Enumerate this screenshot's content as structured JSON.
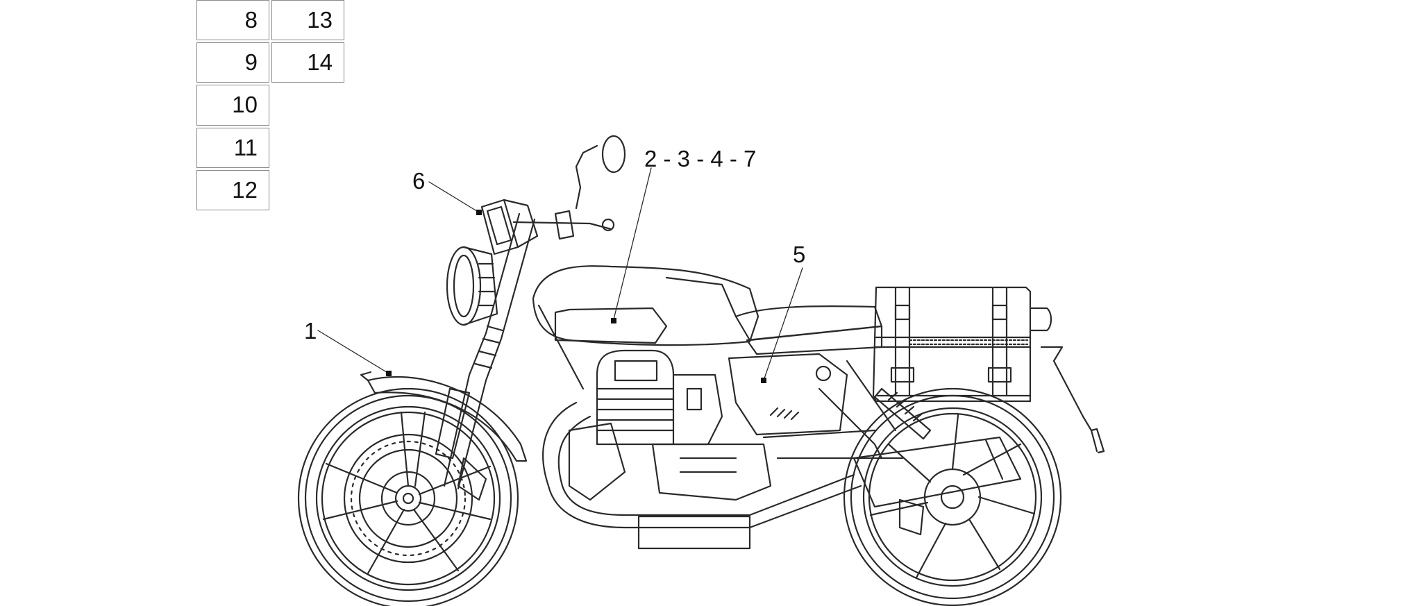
{
  "legend_boxes": [
    "8",
    "9",
    "10",
    "11",
    "12",
    "13",
    "14"
  ],
  "callouts": {
    "c1": "1",
    "c2347": "2 - 3 - 4 - 7",
    "c5": "5",
    "c6": "6"
  },
  "colors": {
    "line": "#2a2a2a",
    "box_border": "#8a8a8a"
  }
}
